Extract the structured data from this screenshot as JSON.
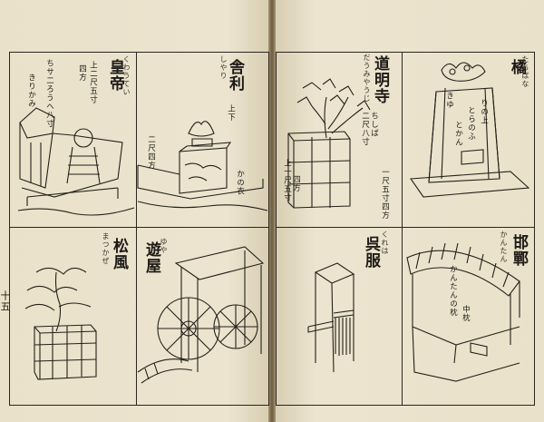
{
  "left_page": {
    "page_number": "十五",
    "panels": [
      {
        "id": "kotei",
        "title": "皇帝",
        "ruby": "くわうてい",
        "notes": [
          "上二尺五寸",
          "四方",
          "ちサ二ろうへ八寸",
          "きりかみ"
        ]
      },
      {
        "id": "shari",
        "title": "舎利",
        "ruby": "しやり",
        "notes": [
          "上下",
          "二尺四方",
          "かの衣"
        ]
      },
      {
        "id": "shofu",
        "title": "松風",
        "ruby": "まつかぜ",
        "notes": []
      },
      {
        "id": "yuya",
        "title": "遊屋",
        "ruby": "ゆや",
        "notes": []
      }
    ]
  },
  "right_page": {
    "panels": [
      {
        "id": "dojoji",
        "title": "道明寺",
        "ruby": "だうみやうじ",
        "notes": [
          "二尺八寸",
          "ちしば",
          "上一尺五寸",
          "四方",
          "一尺五寸四方"
        ]
      },
      {
        "id": "tachibana",
        "title": "橘",
        "ruby": "たちばな",
        "notes": [
          "りの上",
          "とらのふ",
          "とかん",
          "きゆ"
        ]
      },
      {
        "id": "kureha",
        "title": "呉服",
        "ruby": "くれは",
        "notes": []
      },
      {
        "id": "kantan",
        "title": "邯鄲",
        "ruby": "かんたん",
        "notes": [
          "かんたんの枕",
          "中枕"
        ]
      }
    ]
  }
}
